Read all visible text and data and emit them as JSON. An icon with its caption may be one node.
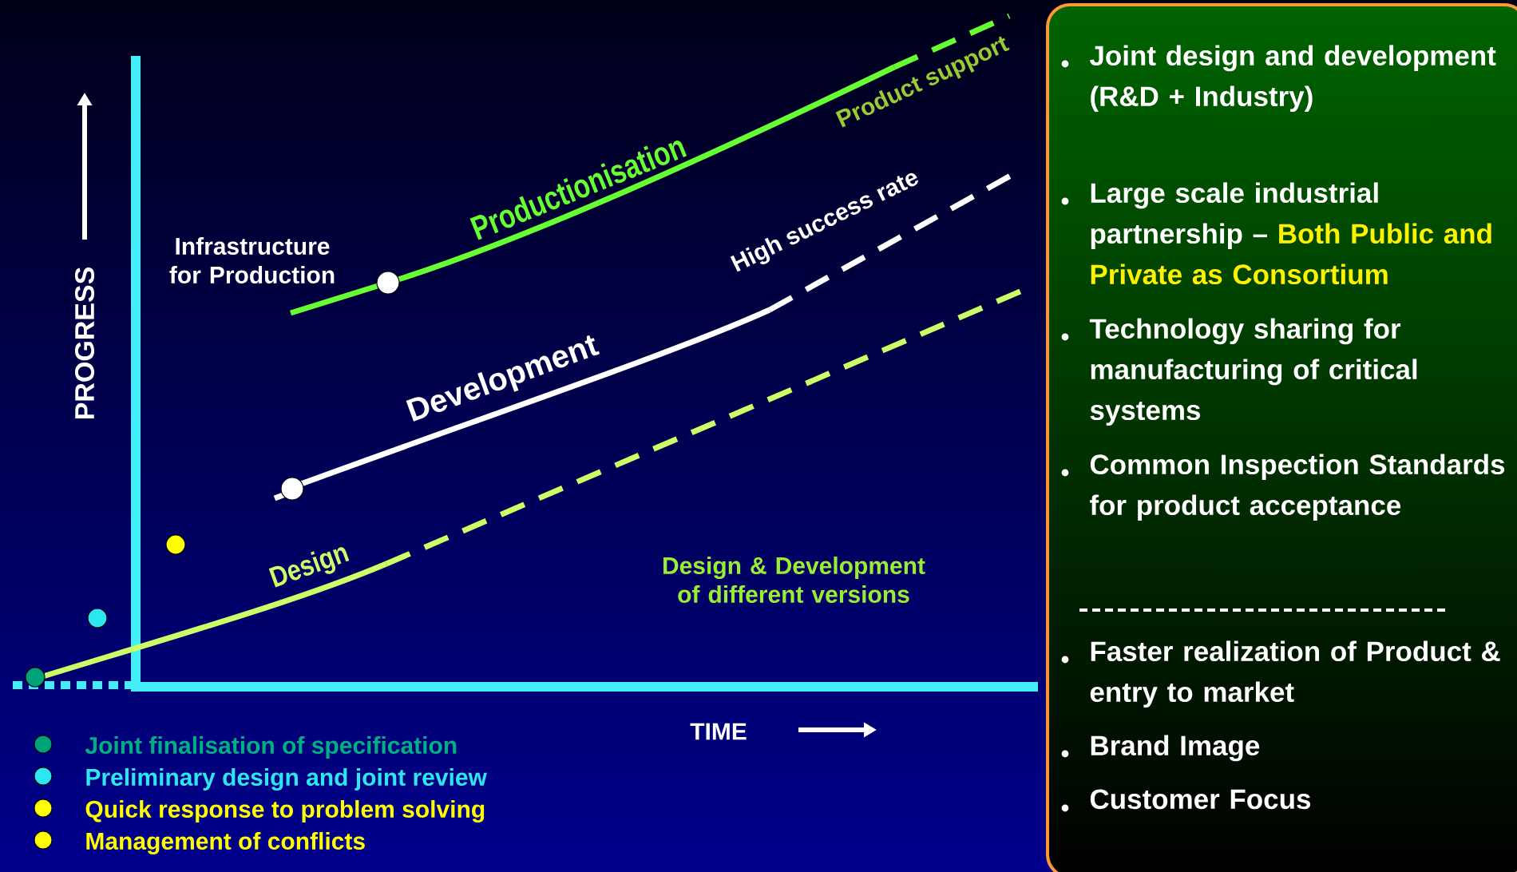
{
  "diagram": {
    "nodes": [
      {
        "text": [
          "Joint design and development (R&D + Industry)",
          "Large scale industrial partnership –",
          "Both Public and Private as Consortium",
          "Technology sharing for manufacturing of critical systems",
          "Common Inspection Standards for product acceptance",
          "Faster realization of Product & entry to market",
          "Brand Image",
          "Customer Focus"
        ]
      }
    ],
    "labels": [
      "Product support",
      "Productionisation",
      "High success rate",
      "Infrastructure for Production",
      "PROGRESS",
      "Development",
      "Design",
      "Design & Development of different versions",
      "TIME"
    ],
    "legend": [
      {
        "text": "Joint finalisation of specification",
        "color": "#00a27a"
      },
      {
        "text": "Preliminary design and joint review",
        "color": "#2ee6f0"
      },
      {
        "text": "Quick response to problem solving",
        "color": "#ffff00"
      },
      {
        "text": "Management of conflicts",
        "color": "#ffff00"
      }
    ]
  }
}
